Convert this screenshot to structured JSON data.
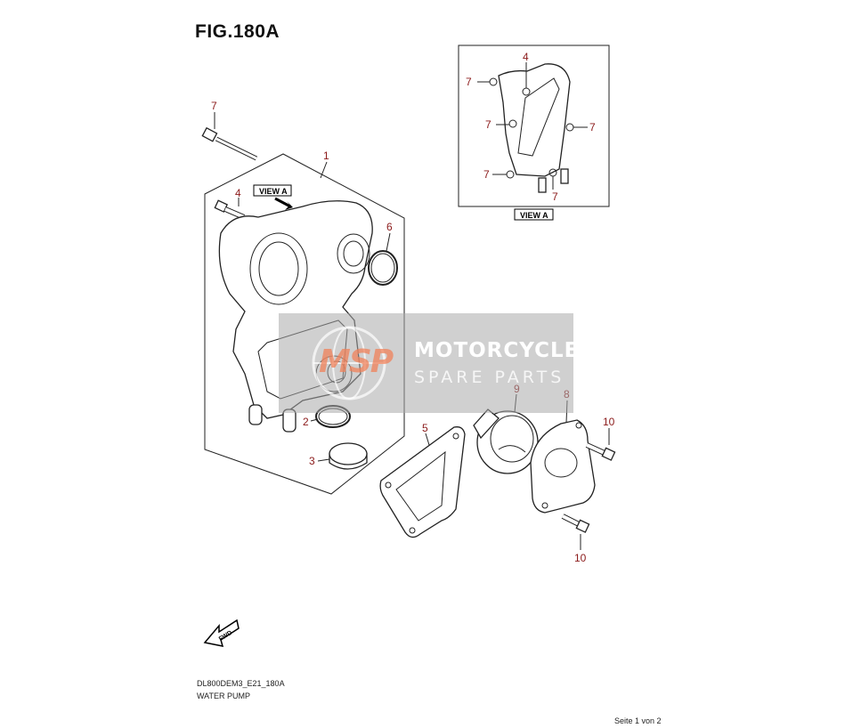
{
  "figure": {
    "title": "FIG.180A",
    "code": "DL800DEM3_E21_180A",
    "caption": "WATER PUMP",
    "page": "Seite 1 von 2"
  },
  "view_a": {
    "label_main": "VIEW A",
    "label_inset": "VIEW A"
  },
  "callouts": {
    "c1": "1",
    "c2": "2",
    "c3": "3",
    "c4a": "4",
    "c4b": "4",
    "c5": "5",
    "c6": "6",
    "c7a": "7",
    "c7_i1": "7",
    "c7_i2": "7",
    "c7_i3": "7",
    "c7_i4": "7",
    "c7_i5": "7",
    "c8": "8",
    "c9": "9",
    "c10a": "10",
    "c10b": "10"
  },
  "fwd_icon": {
    "label": "FWD"
  },
  "watermark": {
    "logo": "MSP",
    "line1": "MOTORCYCLE",
    "line2": "SPARE PARTS"
  },
  "colors": {
    "callout": "#8b1a1a",
    "line": "#222222",
    "watermark_bg": "#aaaaaa",
    "logo": "#f0825a"
  }
}
